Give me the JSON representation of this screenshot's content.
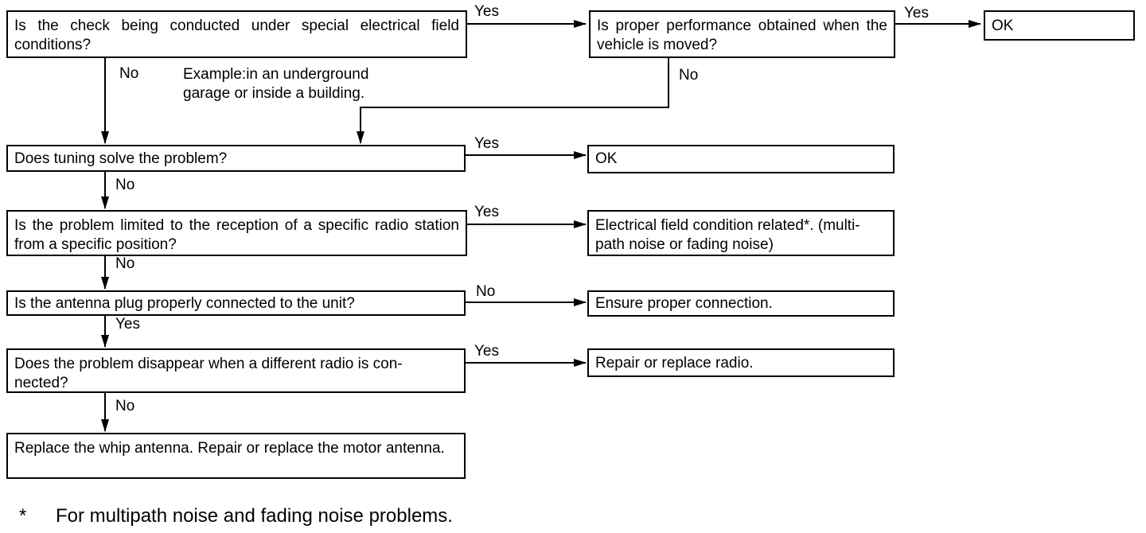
{
  "flowchart": {
    "q1": "Is the check being conducted under special electrical field conditions?",
    "q2": "Is proper performance obtained when the vehicle is moved?",
    "q3": "Does tuning solve the problem?",
    "q4": "Is the problem limited to the reception of a specific radio station from a specific position?",
    "q5": "Is the antenna plug properly connected to the unit?",
    "q6": "Does the problem disappear when a different radio is connected?",
    "q6_line1": "Does the problem disappear when a different radio is con-",
    "q6_line2": "nected?",
    "r_ok1": "OK",
    "r_ok2": "OK",
    "r_electrical": "Electrical field condition related*. (multi-path noise or fading noise)",
    "r_electrical_line1": "Electrical field condition related*. (multi-",
    "r_electrical_line2": "path noise or fading noise)",
    "r_connection": "Ensure proper connection.",
    "r_repair": "Repair or replace radio.",
    "r_replace": "Replace the whip antenna. Repair or replace the motor antenna.",
    "example_note": "Example:in an underground garage or inside a building.",
    "example_line1": "Example:in an underground",
    "example_line2": "garage or inside a building.",
    "labels": {
      "q1_yes": "Yes",
      "q1_no": "No",
      "q2_yes": "Yes",
      "q2_no": "No",
      "q3_yes": "Yes",
      "q3_no": "No",
      "q4_yes": "Yes",
      "q4_no": "No",
      "q5_no": "No",
      "q5_yes": "Yes",
      "q6_yes": "Yes",
      "q6_no": "No"
    },
    "footnote_marker": "*",
    "footnote": "For multipath noise and fading noise problems."
  }
}
